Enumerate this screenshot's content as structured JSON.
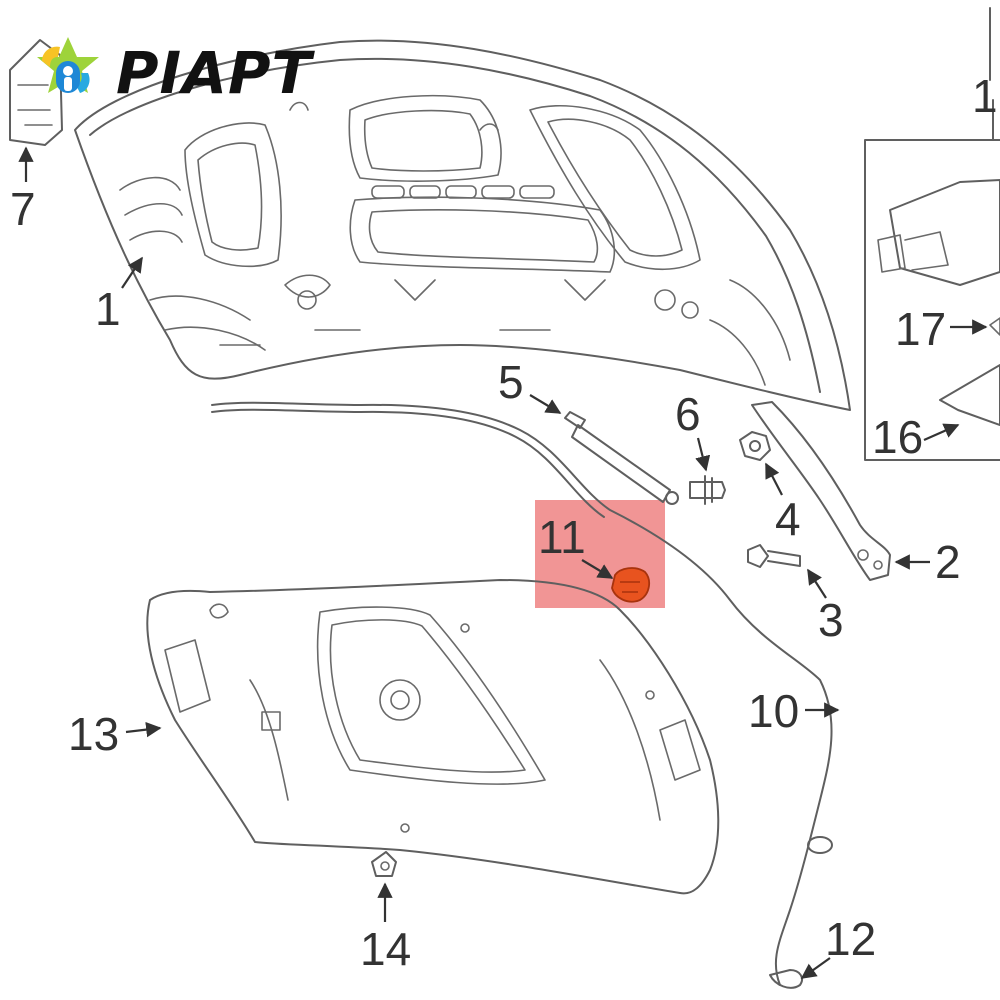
{
  "brand": {
    "name": "PIAPT"
  },
  "callouts": [
    {
      "id": "1",
      "label": "1"
    },
    {
      "id": "2",
      "label": "2"
    },
    {
      "id": "3",
      "label": "3"
    },
    {
      "id": "4",
      "label": "4"
    },
    {
      "id": "5",
      "label": "5"
    },
    {
      "id": "6",
      "label": "6"
    },
    {
      "id": "7",
      "label": "7"
    },
    {
      "id": "10",
      "label": "10"
    },
    {
      "id": "11",
      "label": "11"
    },
    {
      "id": "12",
      "label": "12"
    },
    {
      "id": "13",
      "label": "13"
    },
    {
      "id": "14",
      "label": "14"
    },
    {
      "id": "16",
      "label": "16"
    },
    {
      "id": "17",
      "label": "17"
    },
    {
      "id": "1x",
      "label": "1"
    }
  ],
  "highlight": {
    "part": "11",
    "color": "#f08a8a",
    "part_color": "#e8531f"
  },
  "colors": {
    "line": "#5f5f5f",
    "text": "#333333"
  }
}
